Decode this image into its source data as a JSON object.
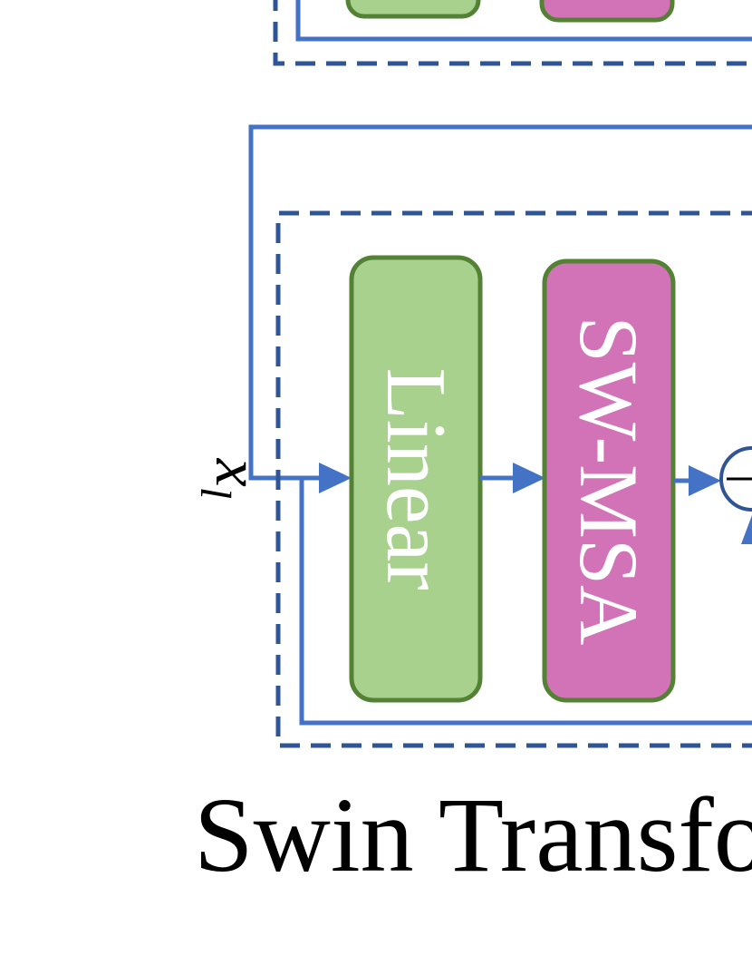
{
  "blocks": {
    "linear_label": "Linear",
    "swmsa_label": "SW-MSA"
  },
  "input": {
    "symbol": "x",
    "subscript": "l"
  },
  "caption": "Swin Transfo",
  "colors": {
    "linear_fill": "#A9D18E",
    "msa_fill": "#D173B6",
    "box_stroke": "#548235",
    "line": "#4472C4",
    "dashed_border": "#2F5597"
  }
}
